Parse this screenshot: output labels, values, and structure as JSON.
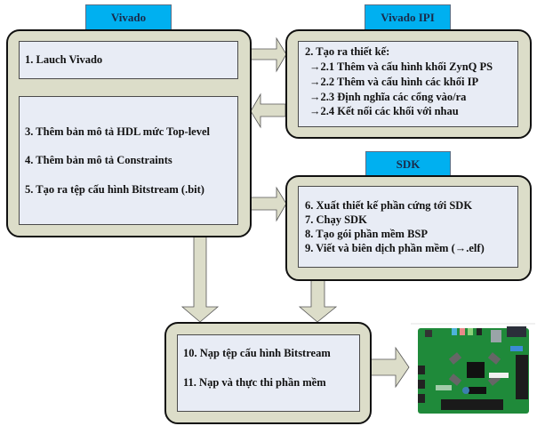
{
  "diagram": {
    "vivado": {
      "tab_label": "Vivado",
      "step1": "1. Lauch Vivado",
      "step3": "3. Thêm bản mô tả HDL mức Top-level",
      "step4": "4. Thêm bản mô tả Constraints",
      "step5": "5. Tạo ra tệp cấu hình Bitstream (.bit)"
    },
    "vivado_ipi": {
      "tab_label": "Vivado IPI",
      "lines": [
        "2. Tạo ra thiết kế:",
        "→2.1 Thêm và cấu hình khối ZynQ PS",
        "→2.2 Thêm và cấu hình các khối IP",
        "→2.3 Định nghĩa các  cổng vào/ra",
        "→2.4 Kết nối các khối với nhau"
      ]
    },
    "sdk": {
      "tab_label": "SDK",
      "lines": [
        "6. Xuất thiết kế phần cứng tới SDK",
        "7. Chạy SDK",
        "8. Tạo gói phần mềm BSP",
        "9. Viết và biên dịch phần mềm (→.elf)"
      ]
    },
    "program": {
      "lines": [
        "10. Nạp tệp cấu hình Bitstream",
        "11. Nạp và thực thi phần mềm"
      ]
    },
    "board": {
      "icon": "fpga-board-image"
    },
    "colors": {
      "tab": "#00b0f0",
      "outer_box": "#dcddc9",
      "inner_box": "#e8ecf5",
      "board_green": "#1f8a3a"
    }
  }
}
